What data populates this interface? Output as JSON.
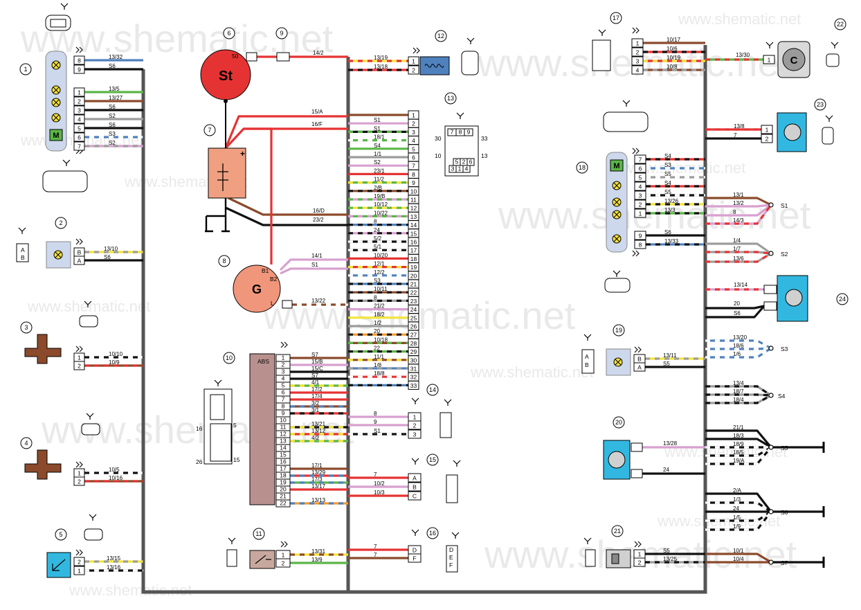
{
  "watermark": "www.shematic.net",
  "colors": {
    "harness": "#555555",
    "comp_bg": "#cdd8ec",
    "red": "#e53333",
    "black": "#111111",
    "brown": "#8b4a2b",
    "pink": "#d8a0cf",
    "green": "#5bb547",
    "blue": "#4f81bd",
    "grey": "#9c9c9c",
    "yellow": "#f2e43a",
    "orange": "#f39a2b",
    "white": "#ffffff",
    "starter": "#e53333",
    "generator": "#f0967a",
    "battery": "#f0a080",
    "abs": "#b8918f",
    "cyan": "#32b8e0",
    "relay": "#c8a89e"
  },
  "components": {
    "c1": {
      "num": "1",
      "pins": [
        "8",
        "9",
        "1",
        "2",
        "3",
        "4",
        "5",
        "6",
        "7"
      ],
      "wires": [
        "13/32",
        "S6",
        "13/5",
        "13/27",
        "S6",
        "S2",
        "S6",
        "S3",
        "S2"
      ],
      "m": "M"
    },
    "c2": {
      "num": "2",
      "pins": [
        "B",
        "A"
      ],
      "wires": [
        "13/10",
        "S6"
      ],
      "conn": [
        "A",
        "B"
      ]
    },
    "c3": {
      "num": "3",
      "pins": [
        "1",
        "2"
      ],
      "wires": [
        "10/10",
        "10/9"
      ]
    },
    "c4": {
      "num": "4",
      "pins": [
        "1",
        "2"
      ],
      "wires": [
        "10/5",
        "10/16"
      ]
    },
    "c5": {
      "num": "5",
      "pins": [
        "2",
        "1"
      ],
      "wires": [
        "13/15",
        "13/16"
      ]
    },
    "c6": {
      "num": "6",
      "label": "St",
      "pin": "50",
      "wire": "14/2"
    },
    "c7": {
      "num": "7",
      "wires": [
        "15/A",
        "16/F",
        "16/D",
        "23/2"
      ],
      "plus": "+"
    },
    "c8": {
      "num": "8",
      "label": "G",
      "pins": [
        "B1",
        "B2",
        "L"
      ],
      "wires": [
        "14/1",
        "S1",
        "13/22"
      ]
    },
    "c9": {
      "num": "9"
    },
    "c10": {
      "num": "10",
      "label": "ABS",
      "pins": [
        "1",
        "2",
        "3",
        "4",
        "5",
        "6",
        "7",
        "8",
        "9",
        "10",
        "11",
        "12",
        "13",
        "14",
        "15",
        "16",
        "17",
        "18",
        "19",
        "20",
        "21",
        "22"
      ],
      "wires": [
        "S7",
        "15/B",
        "15/C",
        "S7",
        "4/1",
        "17/2",
        "17/4",
        "3/2",
        "3/1",
        "13/21",
        "13/12",
        "4/2",
        "17/1",
        "13/29",
        "17/3",
        "13/17",
        "13/13"
      ],
      "conn_marks": [
        "16",
        "5",
        "26",
        "15"
      ]
    },
    "c11": {
      "num": "11",
      "pins": [
        "1",
        "2"
      ],
      "wires": [
        "13/31",
        "13/9"
      ]
    },
    "c12": {
      "num": "12",
      "pins": [
        "1",
        "2"
      ],
      "wires": [
        "13/19",
        "13/18"
      ]
    },
    "c13": {
      "num": "13",
      "pins": [
        "1",
        "2",
        "3",
        "4",
        "5",
        "6",
        "7",
        "8",
        "9",
        "10",
        "11",
        "12",
        "13",
        "14",
        "15",
        "16",
        "17",
        "18",
        "19",
        "20",
        "21",
        "22",
        "23",
        "24",
        "25",
        "26",
        "27",
        "28",
        "29",
        "30",
        "31",
        "32",
        "33"
      ],
      "wires": [
        "S1",
        "S1",
        "18/1",
        "S4",
        "1/1",
        "S2",
        "23/1",
        "11/2",
        "2/B",
        "19/B",
        "10/12",
        "10/22",
        "8",
        "24",
        "5/2",
        "5/1",
        "10/20",
        "12/1",
        "12/2",
        "S3",
        "10/11",
        "8",
        "21/2",
        "18/2",
        "1/2",
        "20",
        "10/18",
        "22",
        "11/1",
        "1/8",
        "18/8"
      ],
      "conn": [
        "7",
        "8",
        "9",
        "5",
        "2",
        "6",
        "3",
        "1",
        "4"
      ],
      "conn_marks": [
        "30",
        "33",
        "10",
        "13"
      ]
    },
    "c14": {
      "num": "14",
      "pins": [
        "1",
        "2",
        "3"
      ],
      "wires": [
        "8",
        "9",
        "S1"
      ]
    },
    "c15": {
      "num": "15",
      "pins": [
        "A",
        "B",
        "C"
      ],
      "wires": [
        "7",
        "10/2",
        "10/3"
      ]
    },
    "c16": {
      "num": "16",
      "pins": [
        "D",
        "F"
      ],
      "wires": [
        "7",
        "7"
      ],
      "conn": [
        "D",
        "E",
        "F"
      ]
    },
    "c17": {
      "num": "17",
      "pins": [
        "1",
        "2",
        "3",
        "4"
      ],
      "wires": [
        "10/17",
        "10/6",
        "10/19",
        "10/8"
      ]
    },
    "c18": {
      "num": "18",
      "pins": [
        "7",
        "6",
        "5",
        "4",
        "3",
        "2",
        "1",
        "9",
        "8"
      ],
      "wires": [
        "S4",
        "S3",
        "S5",
        "S4",
        "S5",
        "13/26",
        "13/3",
        "S6",
        "13/33"
      ],
      "m": "M"
    },
    "c19": {
      "num": "19",
      "pins": [
        "B",
        "A"
      ],
      "wires": [
        "13/11",
        "S5"
      ],
      "conn": [
        "A",
        "B"
      ]
    },
    "c20": {
      "num": "20",
      "wires": [
        "13/28",
        "24"
      ]
    },
    "c21": {
      "num": "21",
      "pins": [
        "1",
        "2"
      ],
      "wires": [
        "S5",
        "13/25"
      ]
    },
    "c22": {
      "num": "22",
      "label": "C",
      "pin": "1",
      "wire": "13/30"
    },
    "c23": {
      "num": "23",
      "pins": [
        "1",
        "2"
      ],
      "wires": [
        "13/8",
        "7"
      ]
    },
    "c24": {
      "num": "24",
      "wires": [
        "13/14",
        "20",
        "S6"
      ]
    }
  },
  "splices": {
    "S1": {
      "label": "S1",
      "wires": [
        "13/1",
        "13/2",
        "8",
        "14/3"
      ]
    },
    "S2": {
      "label": "S2",
      "wires": [
        "1/4",
        "1/7",
        "13/6"
      ]
    },
    "S3": {
      "label": "S3",
      "wires": [
        "13/20",
        "18/6",
        "1/6"
      ]
    },
    "S4": {
      "label": "S4",
      "wires": [
        "13/4",
        "18/7",
        "18/4"
      ]
    },
    "S5": {
      "label": "S5",
      "wires": [
        "21/1",
        "18/3",
        "18/9",
        "18/5",
        "19/A"
      ]
    },
    "S6": {
      "label": "S6",
      "wires": [
        "2/A",
        "1/3",
        "24",
        "1/5",
        "1/9"
      ]
    },
    "S7": {
      "label": "S7",
      "wires": [
        "10/1",
        "10/4"
      ]
    }
  }
}
